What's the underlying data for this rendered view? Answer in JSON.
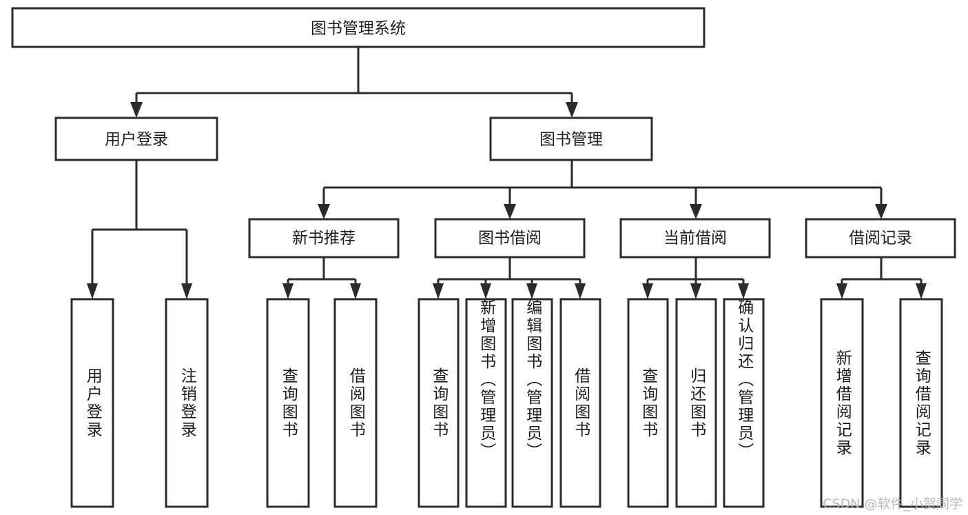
{
  "diagram": {
    "title": "图书管理系统",
    "type": "tree",
    "watermark": "CSDN @软件_小贺同学",
    "colors": {
      "box_fill": "#ffffff",
      "box_stroke": "#2b2b2b",
      "text": "#1c1c1c",
      "background": "#ffffff",
      "watermark": "#b9b9b9"
    },
    "root": {
      "label": "图书管理系统",
      "orientation": "horizontal"
    },
    "level2": [
      {
        "label": "用户登录",
        "orientation": "horizontal"
      },
      {
        "label": "图书管理",
        "orientation": "horizontal"
      }
    ],
    "level3": [
      {
        "label": "新书推荐",
        "orientation": "horizontal"
      },
      {
        "label": "图书借阅",
        "orientation": "horizontal"
      },
      {
        "label": "当前借阅",
        "orientation": "horizontal"
      },
      {
        "label": "借阅记录",
        "orientation": "horizontal"
      }
    ],
    "leaves": {
      "user_login": [
        {
          "label": "用户登录",
          "orientation": "vertical"
        },
        {
          "label": "注销登录",
          "orientation": "vertical"
        }
      ],
      "new_book_recommend": [
        {
          "label": "查询图书",
          "orientation": "vertical"
        },
        {
          "label": "借阅图书",
          "orientation": "vertical"
        }
      ],
      "book_borrow": [
        {
          "label": "查询图书",
          "orientation": "vertical"
        },
        {
          "label": "新增图书（管理员）",
          "orientation": "vertical"
        },
        {
          "label": "编辑图书（管理员）",
          "orientation": "vertical"
        },
        {
          "label": "借阅图书",
          "orientation": "vertical"
        }
      ],
      "current_borrow": [
        {
          "label": "查询图书",
          "orientation": "vertical"
        },
        {
          "label": "归还图书",
          "orientation": "vertical"
        },
        {
          "label": "确认归还（管理员）",
          "orientation": "vertical"
        }
      ],
      "borrow_record": [
        {
          "label": "新增借阅记录",
          "orientation": "vertical"
        },
        {
          "label": "查询借阅记录",
          "orientation": "vertical"
        }
      ]
    }
  }
}
